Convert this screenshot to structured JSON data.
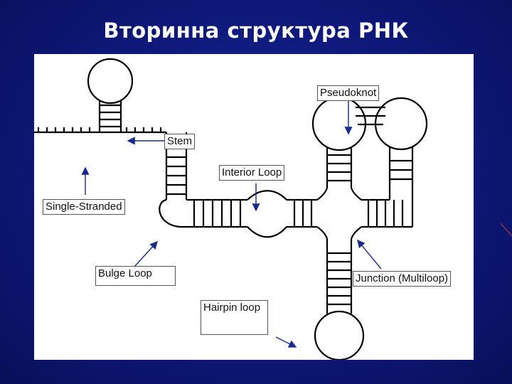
{
  "slide": {
    "title": "Вторинна структура РНК"
  },
  "labels": {
    "pseudoknot": "Pseudoknot",
    "stem": "Stem",
    "interior_loop": "Interior Loop",
    "single_stranded": "Single-Stranded",
    "bulge_loop": "Bulge Loop",
    "junction": "Junction (Multiloop)",
    "hairpin_loop": "Hairpin loop"
  },
  "colors": {
    "background": "#0e1878",
    "panel": "#ffffff",
    "arrow": "#1a2a8a"
  }
}
